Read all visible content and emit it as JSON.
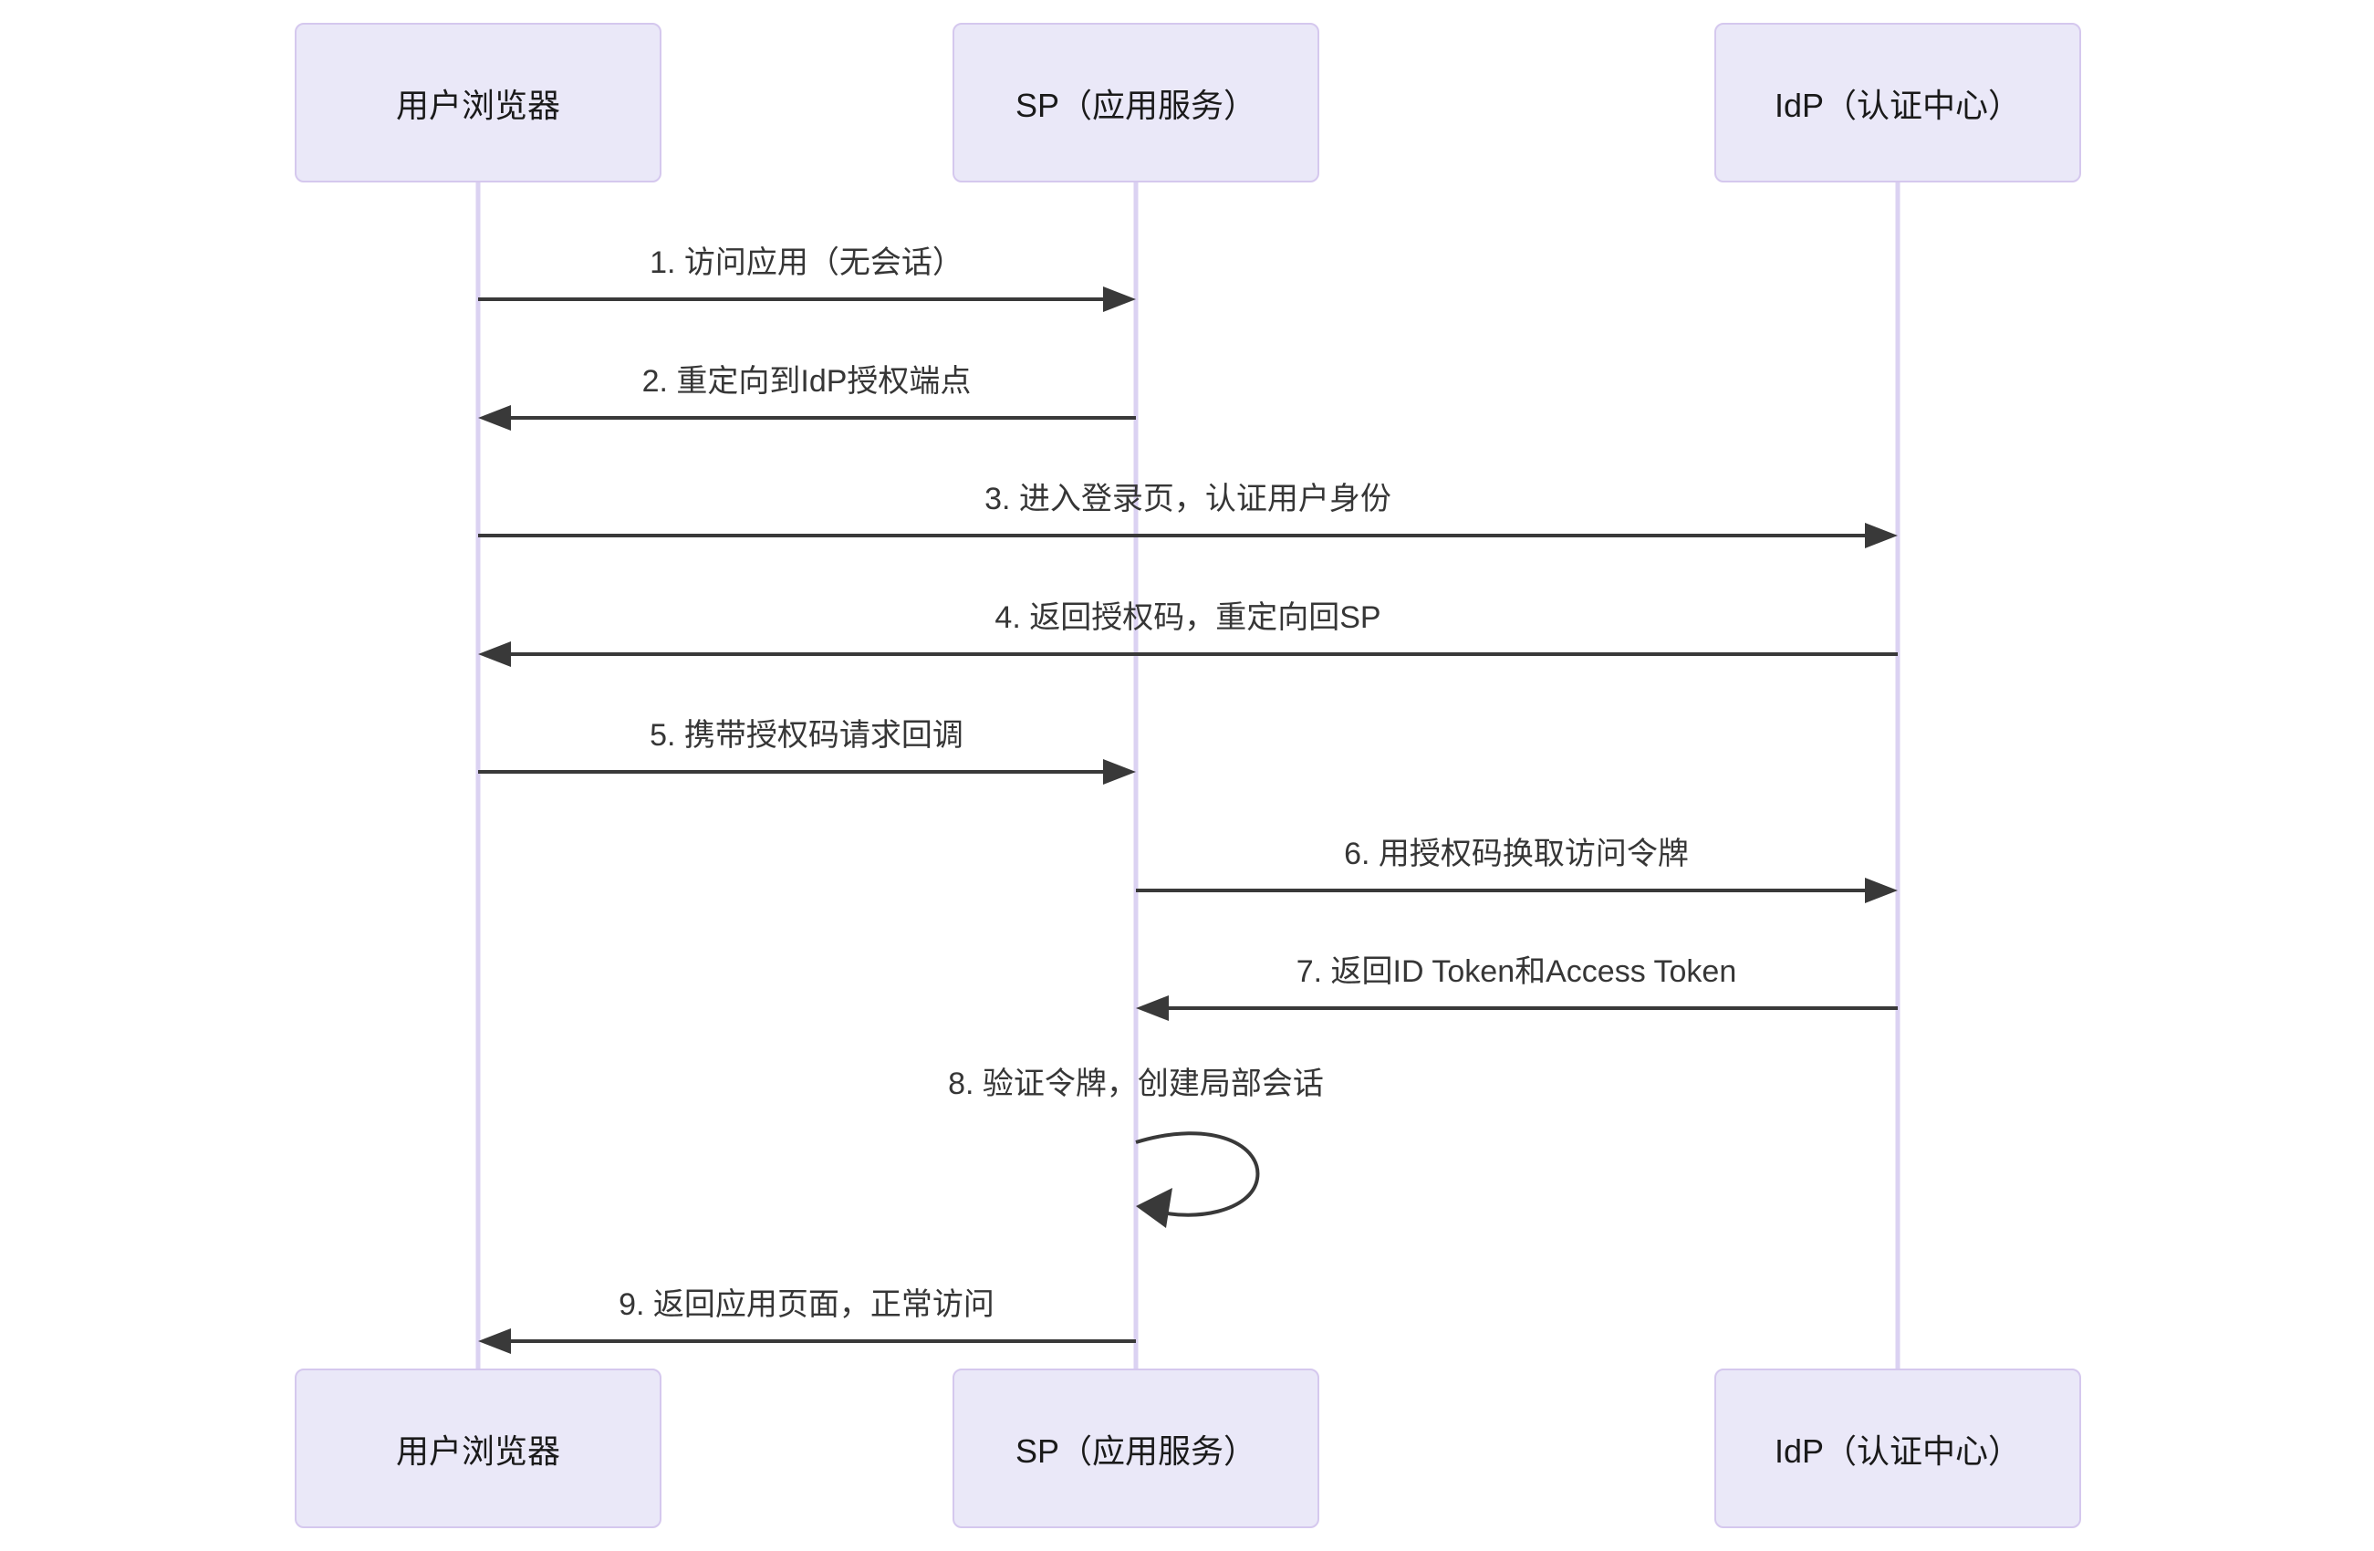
{
  "diagram": {
    "kind": "sequence-diagram",
    "colors": {
      "background": "#ffffff",
      "actor_fill": "#EAE8F8",
      "actor_border": "#D5C8EE",
      "lifeline": "#DBD2F2",
      "arrow": "#393939",
      "message_text": "#363636",
      "actor_text": "#1a1a1a"
    }
  },
  "actors": [
    {
      "id": "browser",
      "label": "用户浏览器"
    },
    {
      "id": "sp",
      "label": "SP（应用服务）"
    },
    {
      "id": "idp",
      "label": "IdP（认证中心）"
    }
  ],
  "messages": [
    {
      "label": "1. 访问应用（无会话）",
      "from": "用户浏览器",
      "to": "SP（应用服务）",
      "arrow": "solid",
      "direction": "right"
    },
    {
      "label": "2. 重定向到IdP授权端点",
      "from": "SP（应用服务）",
      "to": "用户浏览器",
      "arrow": "solid",
      "direction": "left"
    },
    {
      "label": "3. 进入登录页，认证用户身份",
      "from": "用户浏览器",
      "to": "IdP（认证中心）",
      "arrow": "solid",
      "direction": "right"
    },
    {
      "label": "4. 返回授权码，重定向回SP",
      "from": "IdP（认证中心）",
      "to": "用户浏览器",
      "arrow": "solid",
      "direction": "left"
    },
    {
      "label": "5. 携带授权码请求回调",
      "from": "用户浏览器",
      "to": "SP（应用服务）",
      "arrow": "solid",
      "direction": "right"
    },
    {
      "label": "6. 用授权码换取访问令牌",
      "from": "SP（应用服务）",
      "to": "IdP（认证中心）",
      "arrow": "solid",
      "direction": "right"
    },
    {
      "label": "7. 返回ID Token和Access Token",
      "from": "IdP（认证中心）",
      "to": "SP（应用服务）",
      "arrow": "solid",
      "direction": "left"
    },
    {
      "label": "8. 验证令牌，创建局部会话",
      "from": "SP（应用服务）",
      "to": "SP（应用服务）",
      "arrow": "solid",
      "direction": "self-loop"
    },
    {
      "label": "9. 返回应用页面，正常访问",
      "from": "SP（应用服务）",
      "to": "用户浏览器",
      "arrow": "solid",
      "direction": "left"
    }
  ]
}
